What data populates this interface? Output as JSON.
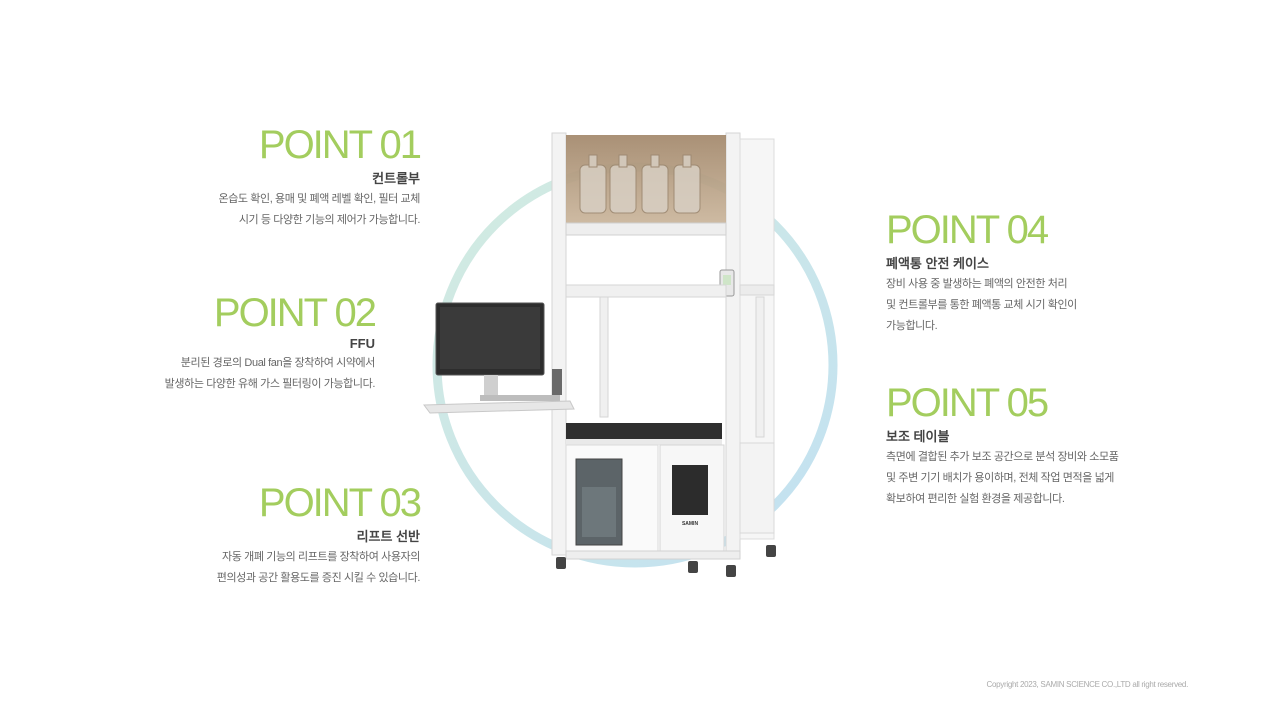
{
  "points": [
    {
      "title": "POINT 01",
      "subtitle": "컨트롤부",
      "lines": [
        "온습도 확인, 용매 및 폐액 레벨 확인, 필터 교체",
        "시기 등 다양한 기능의 제어가 가능합니다."
      ]
    },
    {
      "title": "POINT 02",
      "subtitle": "FFU",
      "lines": [
        "분리된 경로의 Dual fan을 장착하여 시약에서",
        "발생하는 다양한 유해 가스 필터링이 가능합니다."
      ]
    },
    {
      "title": "POINT 03",
      "subtitle": "리프트 선반",
      "lines": [
        "자동 개폐 기능의 리프트를 장착하여 사용자의",
        "편의성과 공간 활용도를 증진 시킬 수 있습니다."
      ]
    },
    {
      "title": "POINT 04",
      "subtitle": "폐액통 안전 케이스",
      "lines": [
        "장비 사용 중 발생하는 폐액의 안전한 처리",
        "및 컨트롤부를 통한 폐액통 교체 시기 확인이",
        "가능합니다."
      ]
    },
    {
      "title": "POINT 05",
      "subtitle": "보조 테이블",
      "lines": [
        "측면에 결합된 추가 보조 공간으로 분석 장비와 소모품",
        "및 주변 기기 배치가 용이하며, 전체 작업 면적을 넓게",
        "확보하여 편리한 실험 환경을 제공합니다."
      ]
    }
  ],
  "product": {
    "brand": "SAMIN"
  },
  "colors": {
    "accent": "#a3cd5e",
    "circle_start": "#cfe8e2",
    "circle_end": "#c4e2f0"
  },
  "copyright": "Copyright 2023, SAMIN SCIENCE CO.,LTD all right reserved."
}
